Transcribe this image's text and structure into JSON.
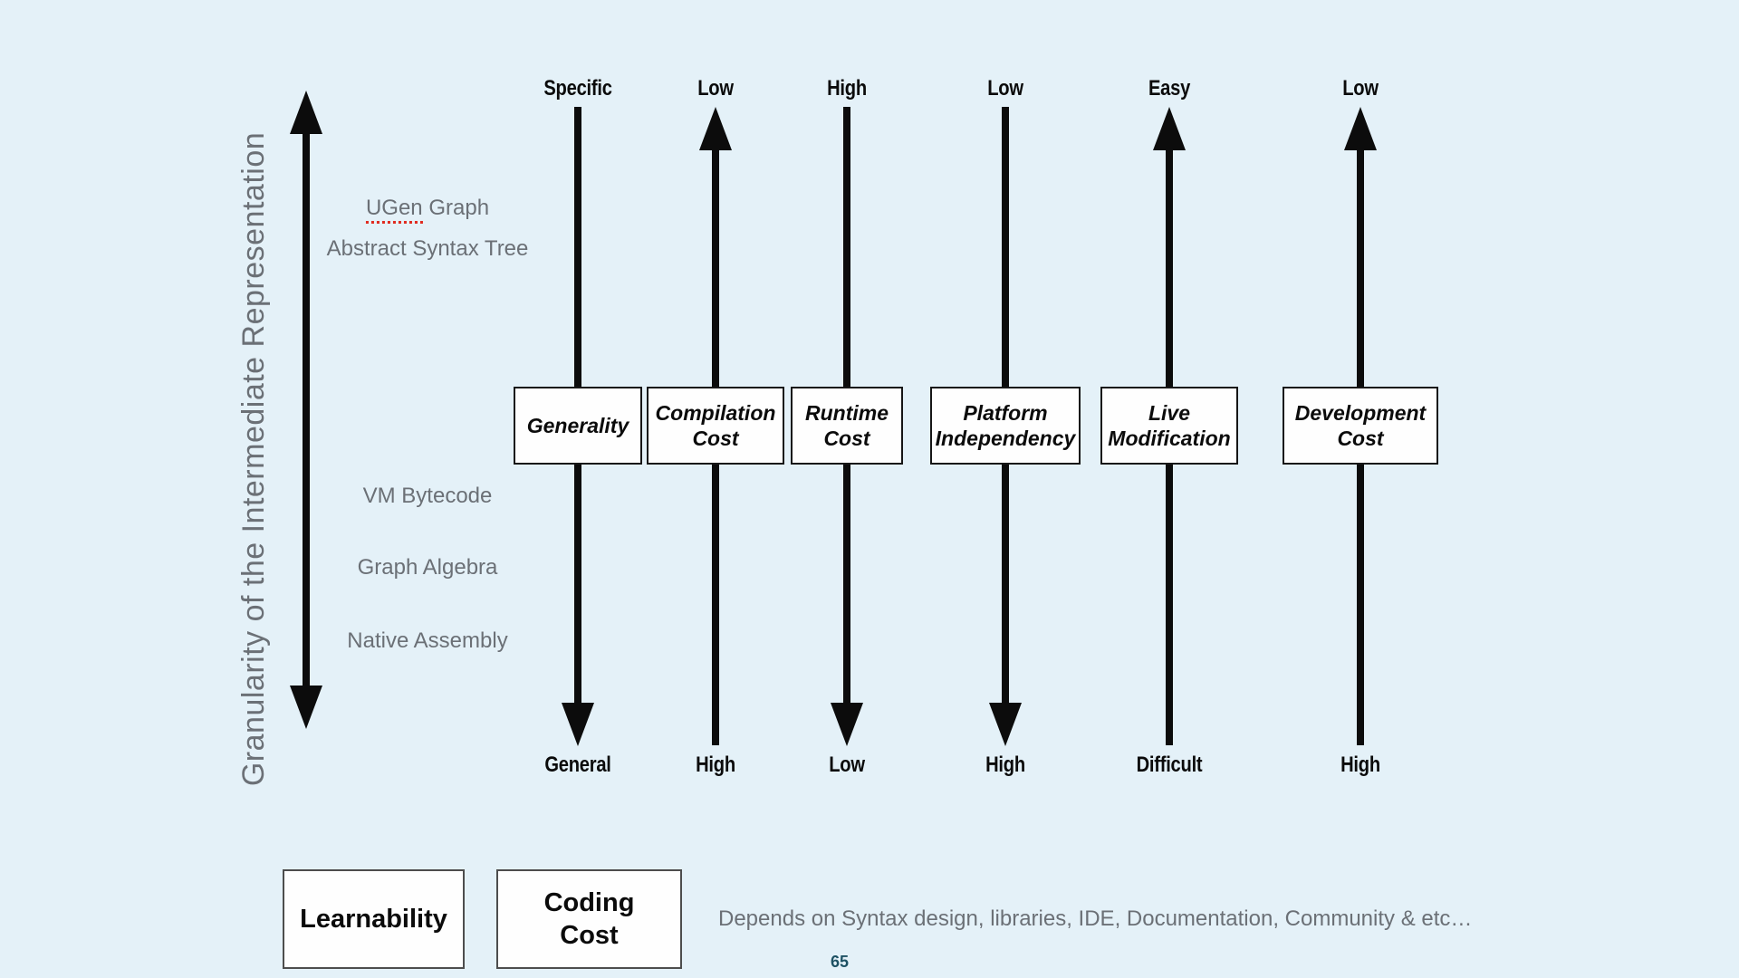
{
  "slide": {
    "page_number": "65"
  },
  "axis": {
    "label": "Granularity of the Intermediate Representation",
    "levels": {
      "ugen_word": "UGen",
      "ugen_rest": " Graph",
      "ast": "Abstract Syntax Tree",
      "vm_bytecode": "VM Bytecode",
      "graph_algebra": "Graph Algebra",
      "native_assembly": "Native Assembly"
    }
  },
  "columns": [
    {
      "factor_line1": "Generality",
      "factor_line2": "",
      "top": "Specific",
      "bottom": "General",
      "arrow_direction": "down"
    },
    {
      "factor_line1": "Compilation",
      "factor_line2": "Cost",
      "top": "Low",
      "bottom": "High",
      "arrow_direction": "up"
    },
    {
      "factor_line1": "Runtime",
      "factor_line2": "Cost",
      "top": "High",
      "bottom": "Low",
      "arrow_direction": "down"
    },
    {
      "factor_line1": "Platform",
      "factor_line2": "Independency",
      "top": "Low",
      "bottom": "High",
      "arrow_direction": "down"
    },
    {
      "factor_line1": "Live",
      "factor_line2": "Modification",
      "top": "Easy",
      "bottom": "Difficult",
      "arrow_direction": "up"
    },
    {
      "factor_line1": "Development",
      "factor_line2": "Cost",
      "top": "Low",
      "bottom": "High",
      "arrow_direction": "up"
    }
  ],
  "footer": {
    "box1": "Learnability",
    "box2_line1": "Coding",
    "box2_line2": "Cost",
    "note": "Depends on Syntax design, libraries, IDE, Documentation, Community & etc…"
  },
  "colors": {
    "background": "#e4f1f8",
    "arrow_black": "#0c0c0c",
    "muted_text": "#6b7076",
    "box_fill": "#fefefe",
    "page_number": "#1d5163",
    "spellcheck_underline": "#e02b20"
  }
}
